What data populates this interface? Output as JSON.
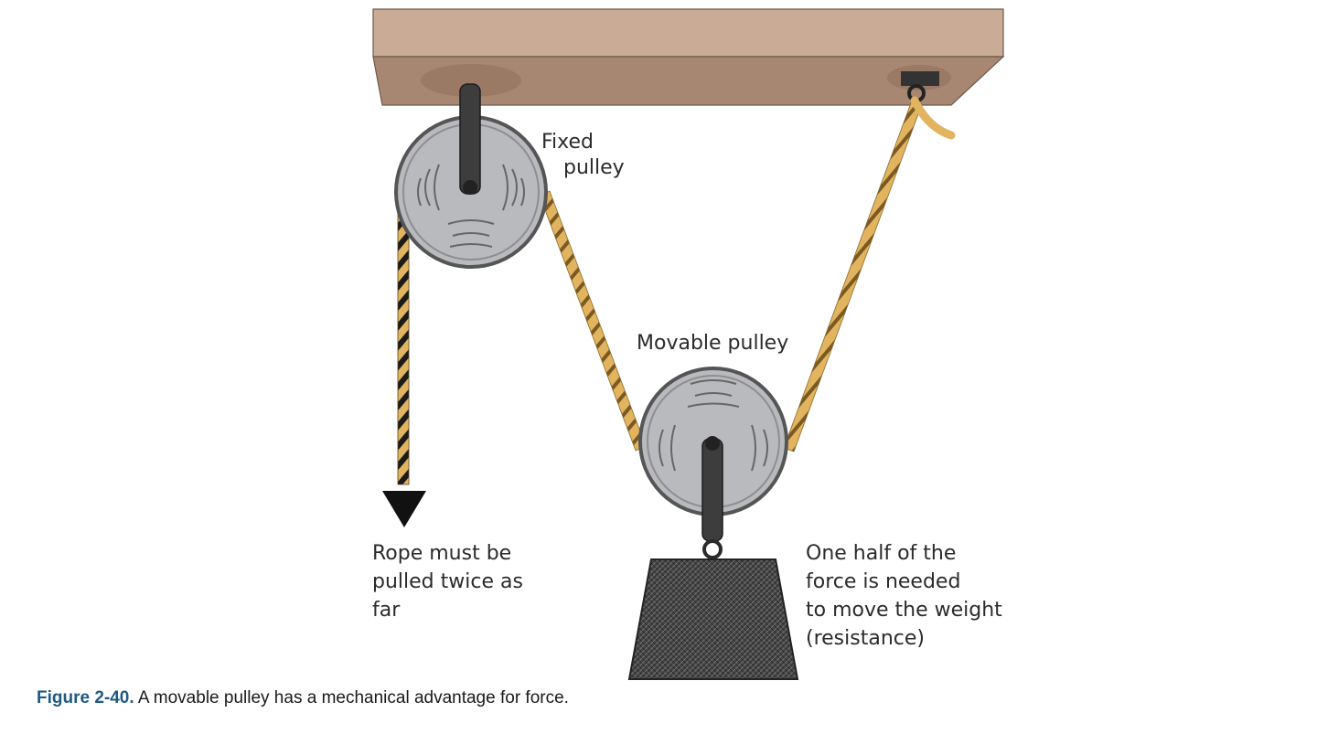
{
  "labels": {
    "fixed_pulley": [
      "Fixed",
      "pulley"
    ],
    "movable_pulley": "Movable pulley",
    "rope_note": [
      "Rope must be",
      "pulled twice as",
      "far"
    ],
    "force_note": [
      "One half of the",
      "force is needed",
      "to move the weight",
      "(resistance)"
    ]
  },
  "caption": {
    "number": "Figure 2-40.",
    "text": " A movable pulley has a mechanical advantage for force."
  },
  "colors": {
    "beam": "#b99a85",
    "pulley": "#b9babd",
    "rope": "#e2b45f",
    "weight": "#3e3e3e",
    "caption_accent": "#1f5a85"
  }
}
